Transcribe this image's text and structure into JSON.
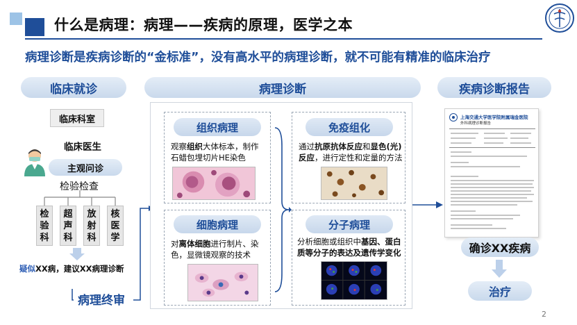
{
  "header": {
    "title": "什么是病理：病理——疾病的原理，医学之本",
    "subtitle": "病理诊断是疾病诊断的“金标准”，没有高水平的病理诊断，就不可能有精准的临床治疗"
  },
  "sections": {
    "clinical": "临床就诊",
    "pathology": "病理诊断",
    "report": "疾病诊断报告"
  },
  "clinical": {
    "department": "临床科室",
    "doctor": "临床医生",
    "inquiry": "主观问诊",
    "exams_label": "检验检查",
    "exams": [
      {
        "c1": "检",
        "c2": "验",
        "c3": "科"
      },
      {
        "c1": "超",
        "c2": "声",
        "c3": "科"
      },
      {
        "c1": "放",
        "c2": "射",
        "c3": "科"
      },
      {
        "c1": "核",
        "c2": "医",
        "c3": "学"
      }
    ],
    "suspect_prefix": "疑似",
    "suspect_rest": "XX病，建议XX病理诊断",
    "final_review": "病理终审"
  },
  "panels": {
    "tissue": {
      "title": "组织病理",
      "t1": "观察",
      "t2": "组织",
      "t3": "大体标本，制作石蜡包埋切片HE染色"
    },
    "immuno": {
      "title": "免疫组化",
      "t1": "通过",
      "t2": "抗原抗体反应",
      "t3": "和",
      "t4": "显色(光)反应",
      "t5": "，进行定性和定量的方法"
    },
    "cell": {
      "title": "细胞病理",
      "t1": "对",
      "t2": "离体细胞",
      "t3": "进行制片、染色，显微镜观察的技术"
    },
    "molecular": {
      "title": "分子病理",
      "t1": "分析细胞或组织中",
      "t2": "基因、蛋白质等分子的表达及遗传学变化"
    }
  },
  "report": {
    "hospital": "上海交通大学医学院附属瑞金医院",
    "doc_title": "外科病理诊断报告",
    "diagnose": "确诊XX疾病",
    "treat": "治疗"
  },
  "page_number": "2",
  "colors": {
    "accent": "#1f4e99",
    "pill_light": "#e4edf7",
    "pill_dark": "#c9d9ec"
  }
}
